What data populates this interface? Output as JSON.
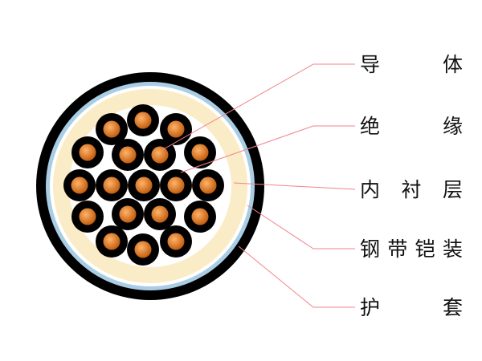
{
  "labels": {
    "conductor": {
      "a": "导",
      "b": "体"
    },
    "insulation": {
      "a": "绝",
      "b": "缘"
    },
    "inner_liner": "内衬层",
    "steel_tape_armor": "钢带铠装",
    "sheath": {
      "a": "护",
      "b": "套"
    }
  },
  "colors": {
    "sheath": "#000000",
    "armor": "#a9cde4",
    "inner_liner": "#fbecc8",
    "core_area": "#ffffff",
    "insulation": "#000000",
    "conductor_light": "#ffb36a",
    "conductor_dark": "#c05a0a",
    "leader_line": "#f2838a"
  }
}
